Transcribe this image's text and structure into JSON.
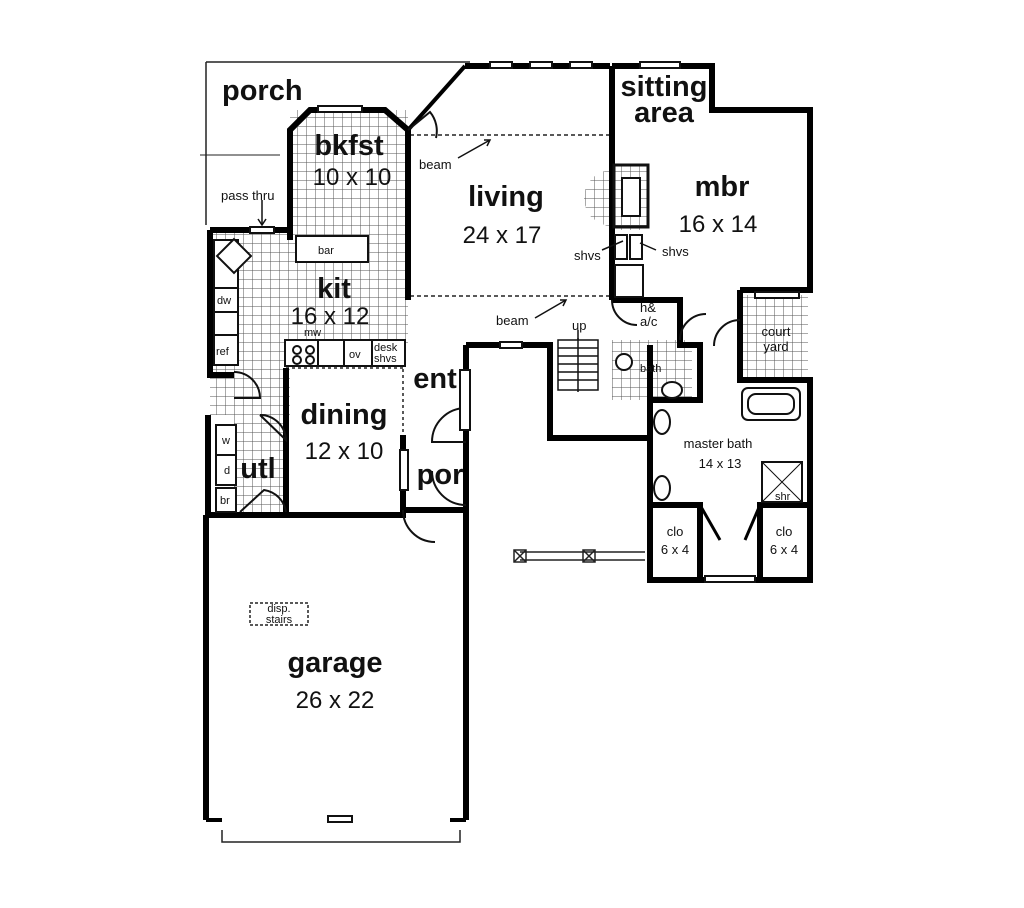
{
  "rooms": {
    "porch": {
      "name": "porch"
    },
    "bkfst": {
      "name": "bkfst",
      "size": "10 x 10"
    },
    "living": {
      "name": "living",
      "size": "24 x 17"
    },
    "sitting": {
      "line1": "sitting",
      "line2": "area"
    },
    "mbr": {
      "name": "mbr",
      "size": "16 x 14"
    },
    "kit": {
      "name": "kit",
      "size": "16 x 12"
    },
    "dining": {
      "name": "dining",
      "size": "12 x 10"
    },
    "ent": {
      "name": "ent"
    },
    "por": {
      "name": "por"
    },
    "utl": {
      "name": "utl"
    },
    "garage": {
      "name": "garage",
      "size": "26 x 22"
    },
    "master_bath": {
      "name": "master bath",
      "size": "14 x 13"
    },
    "clo_left": {
      "name": "clo",
      "size": "6 x 4"
    },
    "clo_right": {
      "name": "clo",
      "size": "6 x 4"
    },
    "court_yard": {
      "line1": "court",
      "line2": "yard"
    },
    "bath": {
      "name": "bath"
    }
  },
  "fixtures": {
    "pass_thru": "pass thru",
    "bar": "bar",
    "dw": "dw",
    "ref": "ref",
    "mw": "mw",
    "ov": "ov",
    "desk_line1": "desk",
    "desk_line2": "shvs",
    "beam_top": "beam",
    "beam_bottom": "beam",
    "shvs_left": "shvs",
    "shvs_right": "shvs",
    "up": "up",
    "hvac_line1": "h&",
    "hvac_line2": "a/c",
    "washer": "w",
    "dryer": "d",
    "broom": "br",
    "shower": "shr",
    "disp_stairs_line1": "disp.",
    "disp_stairs_line2": "stairs"
  },
  "colors": {
    "wall": "#000000",
    "line": "#222222",
    "tile": "#555555",
    "background": "#ffffff"
  }
}
